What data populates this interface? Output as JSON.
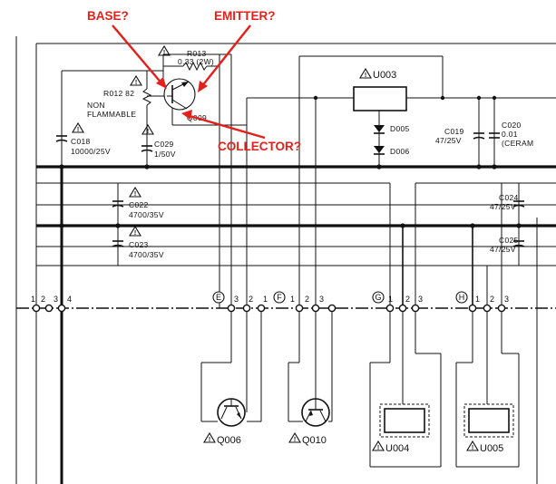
{
  "annotations": {
    "base": "BASE?",
    "emitter": "EMITTER?",
    "collector": "COLLECTOR?"
  },
  "components": {
    "r013_ref": "R013",
    "r013_value": "0.33 (2W)",
    "r012": "R012 82",
    "non_flammable_1": "NON",
    "non_flammable_2": "FLAMMABLE",
    "q009": "Q009",
    "c018_ref": "C018",
    "c018_value": "10000/25V",
    "c029_ref": "C029",
    "c029_value": "1/50V",
    "u003": "U003",
    "d005": "D005",
    "d006": "D006",
    "c019_ref": "C019",
    "c019_value": "47/25V",
    "c020_ref": "C020",
    "c020_value1": "0.01",
    "c020_value2": "(CERAM",
    "c022_ref": "C022",
    "c022_value": "4700/35V",
    "c023_ref": "C023",
    "c023_value": "4700/35V",
    "c024_ref": "C024",
    "c024_value": "47/25V",
    "c025_ref": "C025",
    "c025_value": "47/25V",
    "q006": "Q006",
    "q010": "Q010",
    "u004": "U004",
    "u005": "U005"
  },
  "connectors": {
    "main_pins": [
      "1",
      "2",
      "3",
      "4"
    ],
    "e": {
      "letter": "E",
      "pins": [
        "3",
        "2",
        "1"
      ]
    },
    "f": {
      "letter": "F",
      "pins": [
        "1",
        "2",
        "3"
      ]
    },
    "g": {
      "letter": "G",
      "pins": [
        "1",
        "2",
        "3"
      ]
    },
    "h": {
      "letter": "H",
      "pins": [
        "1",
        "2",
        "3"
      ]
    }
  },
  "colors": {
    "annotation": "#e3201b",
    "ink": "#111111",
    "paper": "#ffffff"
  }
}
